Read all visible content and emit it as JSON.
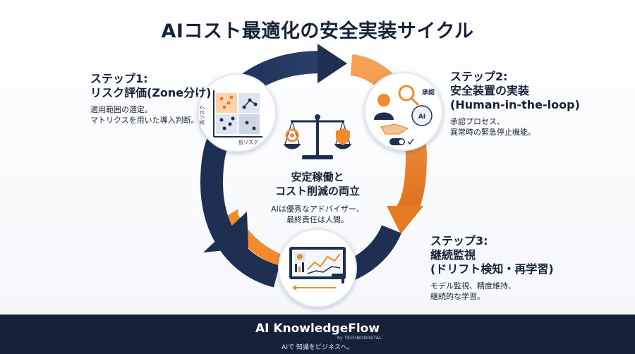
{
  "title": "AIコスト最適化の安全実装サイクル",
  "colors": {
    "navy": "#1e2f52",
    "orange": "#f28a2e",
    "footer": "#16223a"
  },
  "steps": [
    {
      "heading_line1": "ステップ1:",
      "heading_line2": "リスク評価(Zone分け)",
      "desc_line1": "適用範囲の選定。",
      "desc_line2": "マトリクスを用いた導入判断。",
      "icon": "risk-matrix-icon",
      "axis_y": "高リスク",
      "axis_x": "低リスク"
    },
    {
      "heading_line1": "ステップ2:",
      "heading_line2": "安全装置の実装",
      "heading_line3": "(Human-in-the-loop)",
      "desc_line1": "承認プロセス、",
      "desc_line2": "異常時の緊急停止機能。",
      "icon": "human-in-the-loop-icon",
      "badge": "承認"
    },
    {
      "heading_line1": "ステップ3:",
      "heading_line2": "継続監視",
      "heading_line3": "(ドリフト検知・再学習)",
      "desc_line1": "モデル監視、精度維持、",
      "desc_line2": "継続的な学習。",
      "icon": "monitoring-dashboard-icon"
    }
  ],
  "center": {
    "icon": "balance-scale-icon",
    "heading_line1": "安定稼働と",
    "heading_line2": "コスト削減の両立",
    "desc_line1": "AIは優秀なアドバイザー、",
    "desc_line2": "最終責任は人間。"
  },
  "footer": {
    "brand": "AI KnowledgeFlow",
    "by": "by TECHNODIGITAL",
    "tagline": "AIで 知識をビジネスへ。"
  }
}
